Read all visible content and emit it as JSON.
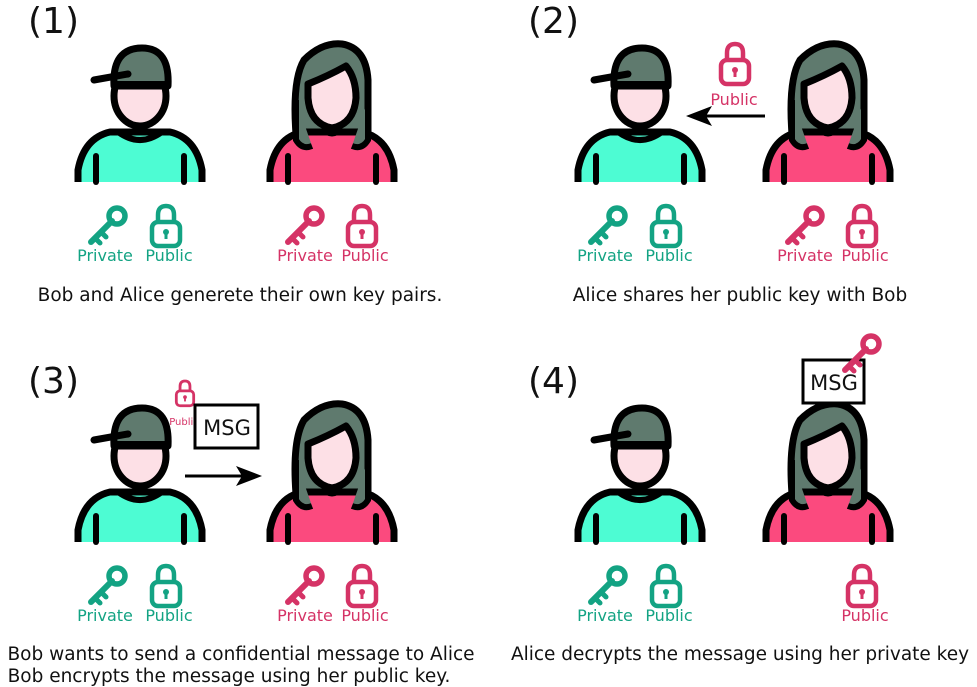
{
  "colors": {
    "bob_shirt": "#4dfcd3",
    "bob_key": "#13a383",
    "alice_shirt": "#fb4a7e",
    "alice_key": "#d53366",
    "hair": "#5f7a6e",
    "skin": "#fde0e6",
    "outline": "#000000"
  },
  "labels": {
    "private": "Private",
    "public": "Public",
    "public_small": "Public",
    "msg": "MSG"
  },
  "panels": [
    {
      "number": "(1)",
      "caption": "Bob and Alice generete their own key pairs."
    },
    {
      "number": "(2)",
      "caption": "Alice shares her public key with Bob"
    },
    {
      "number": "(3)",
      "caption_lines": [
        "Bob wants to send a confidential message to Alice",
        "Bob encrypts the message using her public key."
      ]
    },
    {
      "number": "(4)",
      "caption": "Alice decrypts the message using her private key"
    }
  ]
}
